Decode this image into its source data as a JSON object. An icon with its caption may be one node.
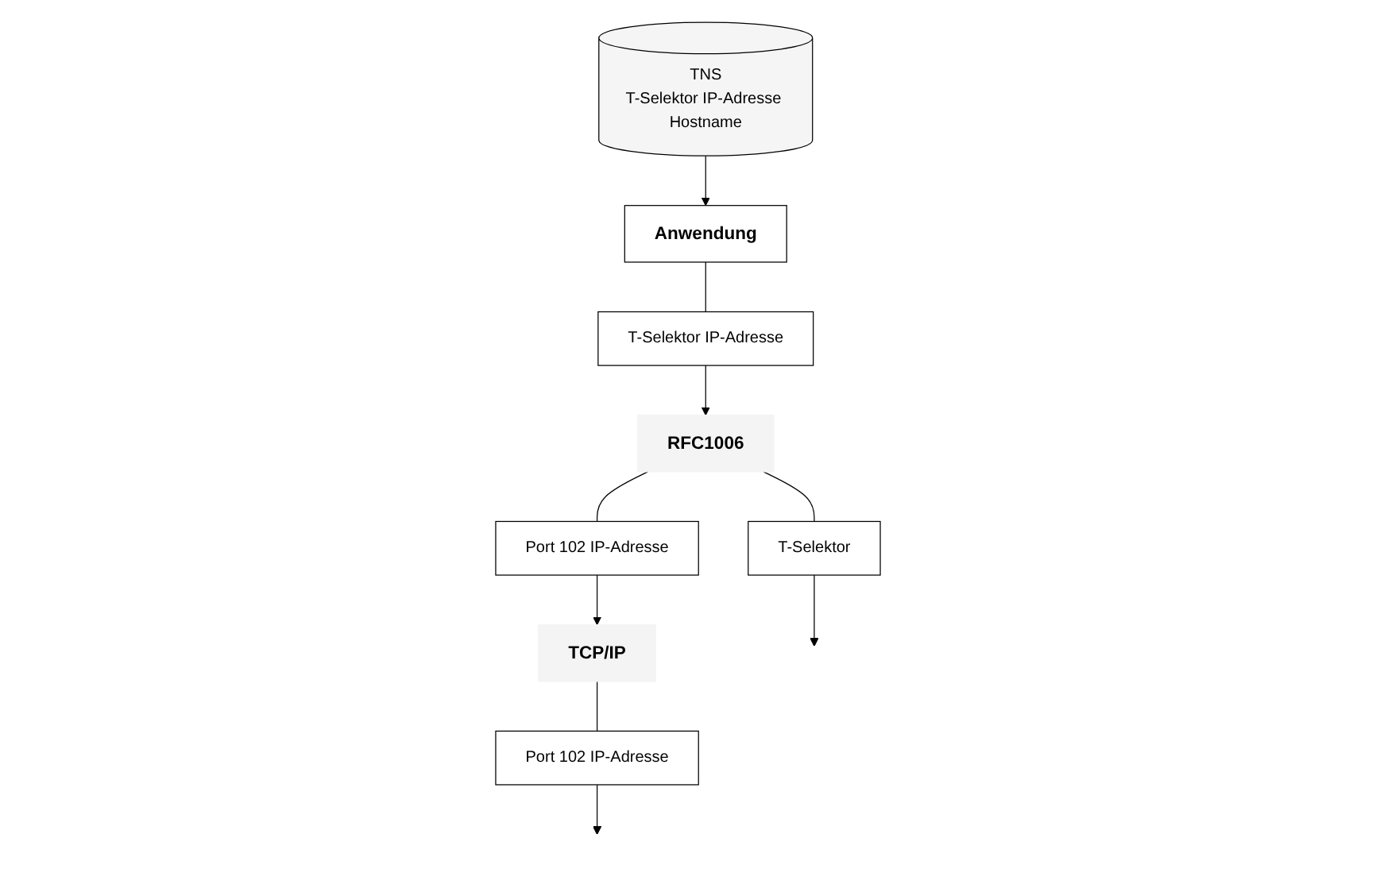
{
  "diagram": {
    "nodes": [
      {
        "text": [
          "TNS",
          "T-Selektor IP-Adresse Hostname"
        ]
      },
      {
        "text": [
          "Anwendung"
        ]
      },
      {
        "text": [
          "T-Selektor IP-Adresse"
        ]
      },
      {
        "text": [
          "RFC1006"
        ]
      },
      {
        "text": [
          "T-Selektor"
        ]
      },
      {
        "text": [
          "Port 102 IP-Adresse"
        ]
      },
      {
        "text": [
          "TCP/IP"
        ]
      },
      {
        "text": [
          "Port 102 IP-Adresse"
        ]
      }
    ],
    "edges": [
      {
        "from": 0,
        "to": 1,
        "arrow": "to"
      },
      {
        "from": 1,
        "to": 2,
        "arrow": "none"
      },
      {
        "from": 2,
        "to": 3,
        "arrow": "to"
      },
      {
        "from": 3,
        "to": 4,
        "arrow": "none"
      },
      {
        "from": 4,
        "to": null,
        "arrow": "to"
      },
      {
        "from": 3,
        "to": 5,
        "arrow": "none"
      },
      {
        "from": 5,
        "to": 6,
        "arrow": "to"
      },
      {
        "from": 6,
        "to": 7,
        "arrow": "none"
      },
      {
        "from": 7,
        "to": null,
        "arrow": "to"
      }
    ]
  }
}
